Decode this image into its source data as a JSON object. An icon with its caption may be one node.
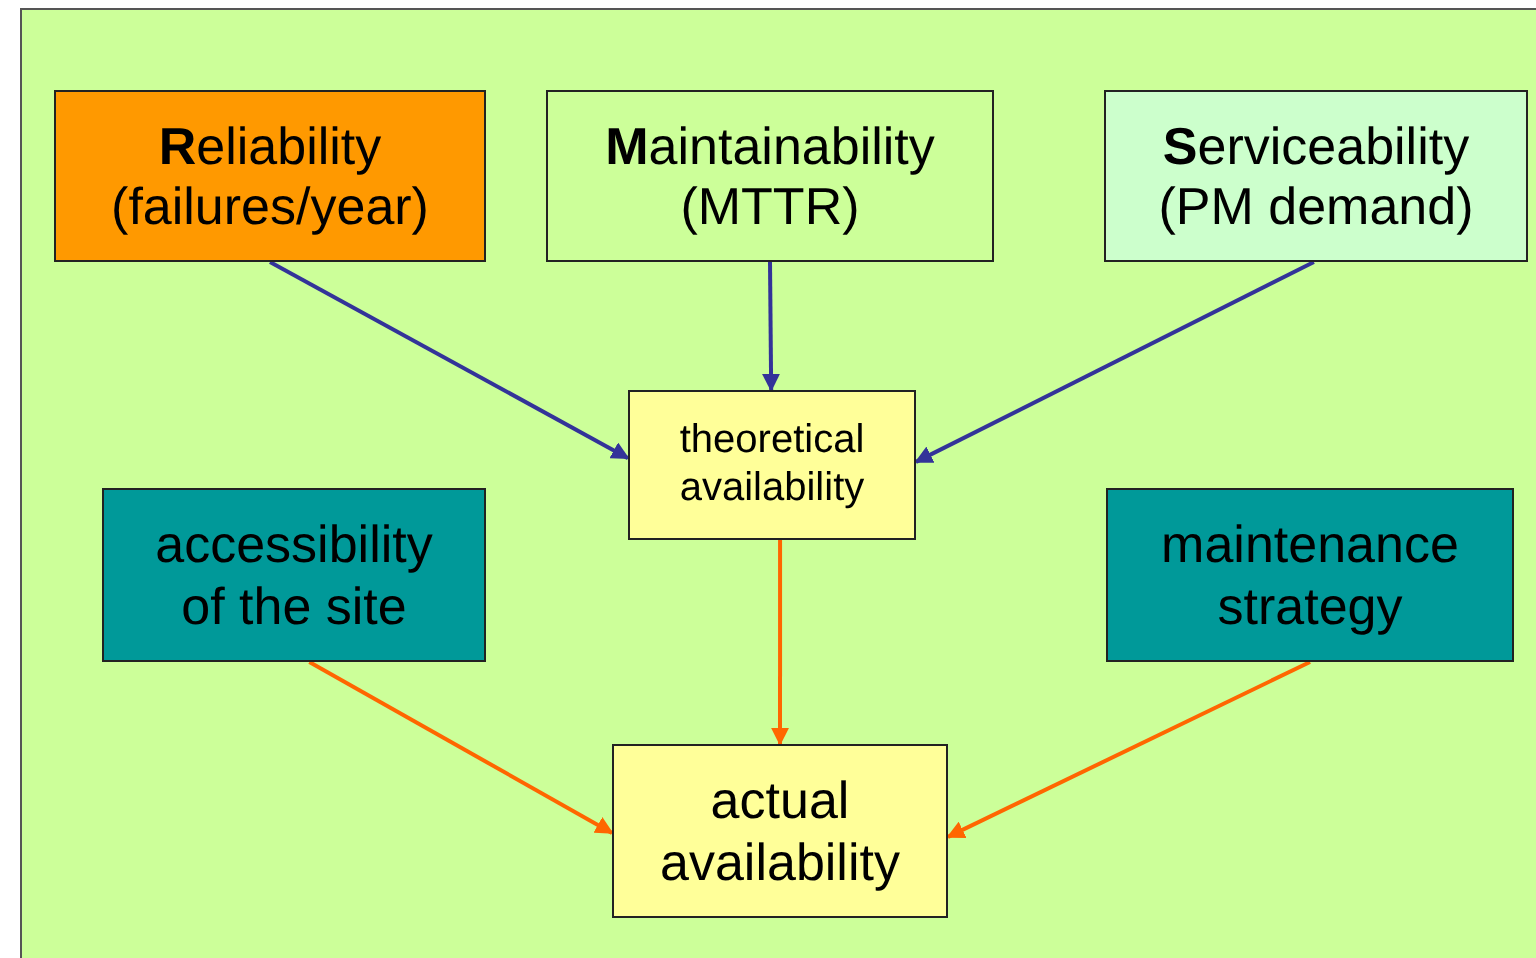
{
  "diagram": {
    "nodes": [
      {
        "text": [
          "**R**eliability",
          "(failures/year)"
        ]
      },
      {
        "text": [
          "**M**aintainability",
          "(MTTR)"
        ]
      },
      {
        "text": [
          "**S**erviceability",
          "(PM demand)"
        ]
      },
      {
        "text": [
          "theoretical availability"
        ]
      },
      {
        "text": [
          "accessibility of the site"
        ]
      },
      {
        "text": [
          "maintenance strategy"
        ]
      },
      {
        "text": [
          "actual availability"
        ]
      }
    ],
    "edges": [
      {
        "from": 0,
        "to": 3,
        "arrow": "to",
        "color": "#333399"
      },
      {
        "from": 1,
        "to": 3,
        "arrow": "to",
        "color": "#333399"
      },
      {
        "from": 2,
        "to": 3,
        "arrow": "to",
        "color": "#333399"
      },
      {
        "from": 3,
        "to": 6,
        "arrow": "to",
        "color": "#ff6600"
      },
      {
        "from": 4,
        "to": 6,
        "arrow": "to",
        "color": "#ff6600"
      },
      {
        "from": 5,
        "to": 6,
        "arrow": "to",
        "color": "#ff6600"
      }
    ]
  }
}
